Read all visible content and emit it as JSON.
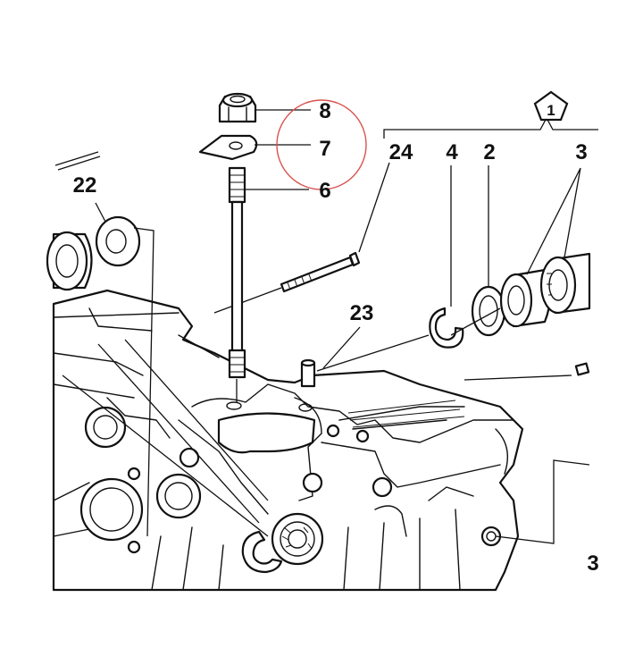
{
  "diagram": {
    "group_badge": "1",
    "part_labels": {
      "p8": "8",
      "p7": "7",
      "p6": "6",
      "p22": "22",
      "p24": "24",
      "p4": "4",
      "p2": "2",
      "p3": "3",
      "p23": "23",
      "p3_cut": "3"
    },
    "highlight_color": "#d9534f",
    "line_color": "#111111"
  }
}
